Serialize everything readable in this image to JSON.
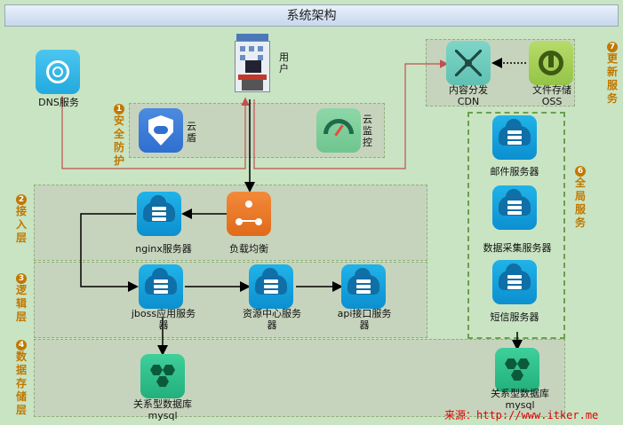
{
  "title": "系统架构",
  "user_label": "用\n户",
  "dns_label": "DNS服务",
  "security": {
    "label": "①安全防护",
    "shield_label": "云\n盾",
    "monitor_label": "云\n监\n控"
  },
  "update": {
    "label": "⑦更新服务",
    "cdn_label": "内容分发\nCDN",
    "oss_label": "文件存储\nOSS"
  },
  "global": {
    "label": "⑥全局服务",
    "mail_label": "邮件服务器",
    "collect_label": "数据采集服务器",
    "sms_label": "短信服务器",
    "db_label": "关系型数据库\nmysql"
  },
  "access": {
    "label": "②接入层",
    "nginx_label": "nginx服务器",
    "lb_label": "负载均衡"
  },
  "logic": {
    "label": "③逻辑层",
    "jboss_label": "jboss应用服务\n器",
    "resource_label": "资源中心服务\n器",
    "api_label": "api接口服务\n器"
  },
  "storage": {
    "label": "④数据存储层",
    "db_label": "关系型数据库\nmysql"
  },
  "watermark": "来源：http://www.itker.me",
  "colors": {
    "background": "#c9e4c3",
    "panel": "#c7d4bd",
    "side_label": "#c07800",
    "red_line": "#c0504d",
    "watermark": "#e00000"
  }
}
